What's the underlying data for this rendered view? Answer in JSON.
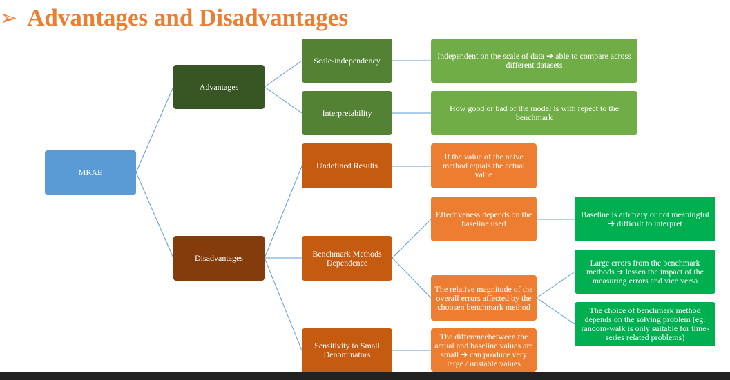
{
  "title": {
    "arrow": "➢",
    "text": "Advantages and Disadvantages"
  },
  "colors": {
    "title": "#ED7D31",
    "root": "#5B9BD5",
    "advantages": "#375623",
    "advantage_items": "#548235",
    "advantage_details": "#70AD47",
    "disadvantages": "#843C0C",
    "disadvantage_items": "#C55A11",
    "disadvantage_details": "#ED7D31",
    "sub_details": "#00B050",
    "connector": "#5B9BD5"
  },
  "diagram": {
    "root": "MRAE",
    "advantages": {
      "label": "Advantages",
      "scale_independency": {
        "label": "Scale-independency",
        "detail": "Independent on the scale of data ➔ able to compare across different datasets"
      },
      "interpretability": {
        "label": "Interpretability",
        "detail": "How good or bad of the model is with repect to the benchmark"
      }
    },
    "disadvantages": {
      "label": "Disadvantages",
      "undefined_results": {
        "label": "Undefined Results",
        "detail": "If the value of the naive method equals the actual value"
      },
      "benchmark_dependence": {
        "label": "Benchmark Methods Dependence",
        "effectiveness": {
          "label": "Effectiveness depends on the baseline used",
          "detail": "Baseline is arbitrary or not meaningful ➔ difficult to interpret"
        },
        "relative_magnitude": {
          "label": "The relative magnitude of the overall errors affected by the choosen benchmark method",
          "detail_1": "Large errors from the benchmark methods ➔ lessen the impact of the measuring errors and vice versa",
          "detail_2": "The choice of benchmark method depends on the solving problem (eg: random-walk is only suitable for time-series related problems)"
        }
      },
      "sensitivity": {
        "label": "Sensitivity to Small Denominators",
        "detail": "The differencebetween the actual and baseline values are small ➔ can produce very large / unstable values"
      }
    }
  }
}
